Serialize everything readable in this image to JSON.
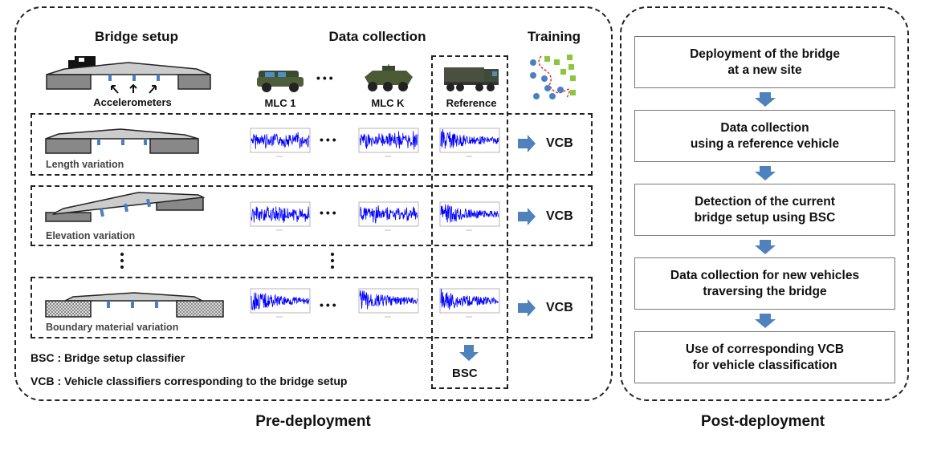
{
  "pre_deployment": {
    "title": "Pre-deployment",
    "headers": {
      "bridge_setup": "Bridge setup",
      "data_collection": "Data collection",
      "training": "Training"
    },
    "accelerometers_label": "Accelerometers",
    "vehicles": [
      {
        "label": "MLC 1",
        "icon": "jeep-icon"
      },
      {
        "label": "MLC K",
        "icon": "armored-vehicle-icon"
      },
      {
        "label": "Reference",
        "icon": "truck-icon"
      }
    ],
    "ellipsis": "•••",
    "rows": [
      {
        "label": "Length variation",
        "output": "VCB"
      },
      {
        "label": "Elevation variation",
        "output": "VCB"
      },
      {
        "label": "Boundary material variation",
        "output": "VCB"
      }
    ],
    "bsc_output": "BSC",
    "legend": {
      "bsc": "BSC : Bridge setup classifier",
      "vcb": "VCB : Vehicle classifiers corresponding to the bridge setup"
    },
    "colors": {
      "arrow": "#4f81bd",
      "signal": "#0000ff",
      "sensor": "#4a7fc1"
    }
  },
  "post_deployment": {
    "title": "Post-deployment",
    "steps": [
      {
        "line1": "Deployment of the bridge",
        "line2": "at a new site"
      },
      {
        "line1": "Data collection",
        "line2": "using a reference vehicle"
      },
      {
        "line1": "Detection of the current",
        "line2": "bridge setup using BSC"
      },
      {
        "line1": "Data collection for new vehicles",
        "line2": "traversing the bridge"
      },
      {
        "line1": "Use of corresponding VCB",
        "line2": "for vehicle classification"
      }
    ]
  }
}
